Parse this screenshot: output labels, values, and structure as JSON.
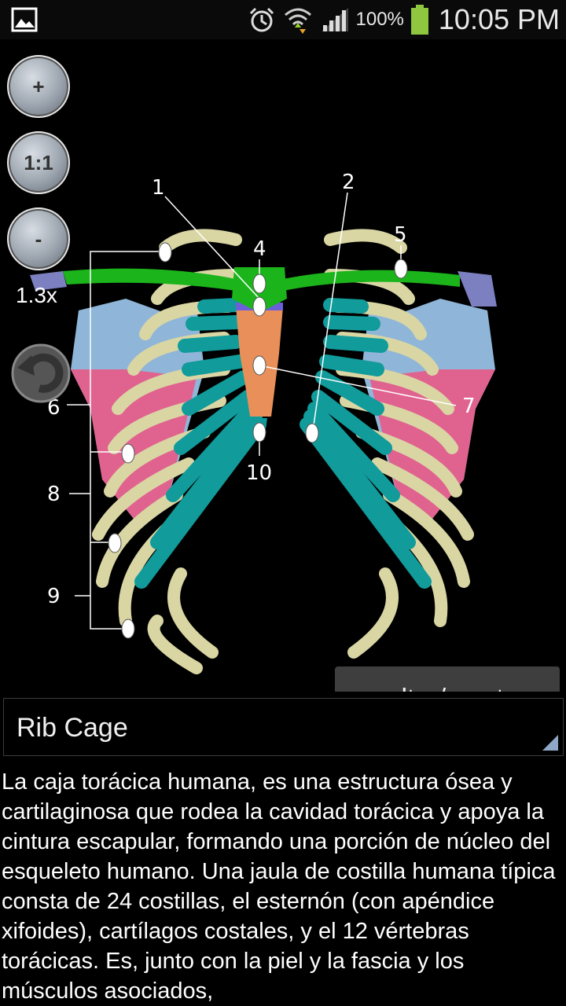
{
  "status_bar": {
    "battery_percent": "100%",
    "time": "10:05 PM",
    "icons": [
      "gallery-icon",
      "alarm-icon",
      "wifi-icon",
      "signal-icon",
      "battery-icon"
    ]
  },
  "viewer": {
    "zoom_in_label": "+",
    "zoom_reset_label": "1:1",
    "zoom_out_label": "-",
    "zoom_level": "1.3x",
    "rotate_icon": "rotate-icon",
    "labels": [
      "1",
      "2",
      "4",
      "5",
      "6",
      "7",
      "8",
      "9",
      "10"
    ],
    "hide_show_label": "ocultar/mostrar"
  },
  "spinner": {
    "selected": "Rib Cage"
  },
  "description": "La caja torácica humana, es una estructura ósea y cartilaginosa que rodea la cavidad torácica y apoya la cintura escapular, formando una porción de núcleo del esqueleto humano. Una jaula de costilla humana típica consta de 24 costillas, el esternón (con apéndice xifoides), cartílagos costales, y el 12 vértebras torácicas. Es, junto con la piel y la fascia y los músculos asociados,",
  "colors": {
    "clavicle": "#1bb41b",
    "cartilage": "#119b9b",
    "sternum": "#e9905a",
    "rib": "#d9d6a4",
    "scapula_upper": "#8fb6d8",
    "scapula_lower": "#e0638f",
    "acromion": "#7c7fc0"
  }
}
